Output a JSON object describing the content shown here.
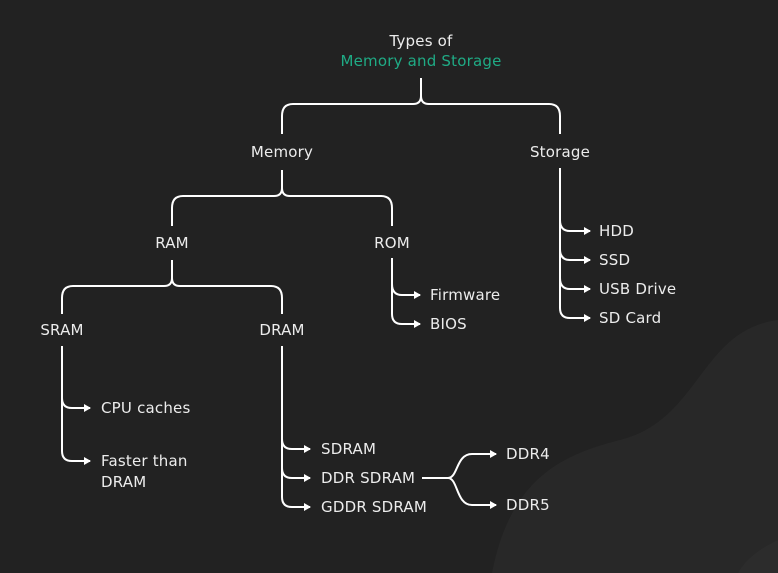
{
  "title": {
    "line1": "Types of",
    "line2": "Memory and Storage"
  },
  "colors": {
    "background": "#222222",
    "accent": "#1fab85",
    "text": "#ececec",
    "lines": "#ffffff"
  },
  "nodes": {
    "memory": "Memory",
    "storage": "Storage",
    "ram": "RAM",
    "rom": "ROM",
    "sram": "SRAM",
    "dram": "DRAM"
  },
  "rom_items": [
    "Firmware",
    "BIOS"
  ],
  "storage_items": [
    "HDD",
    "SSD",
    "USB Drive",
    "SD Card"
  ],
  "sram_items": [
    "CPU caches",
    "Faster than",
    "DRAM"
  ],
  "dram_items": [
    "SDRAM",
    "DDR SDRAM",
    "GDDR SDRAM"
  ],
  "ddr_items": [
    "DDR4",
    "DDR5"
  ]
}
